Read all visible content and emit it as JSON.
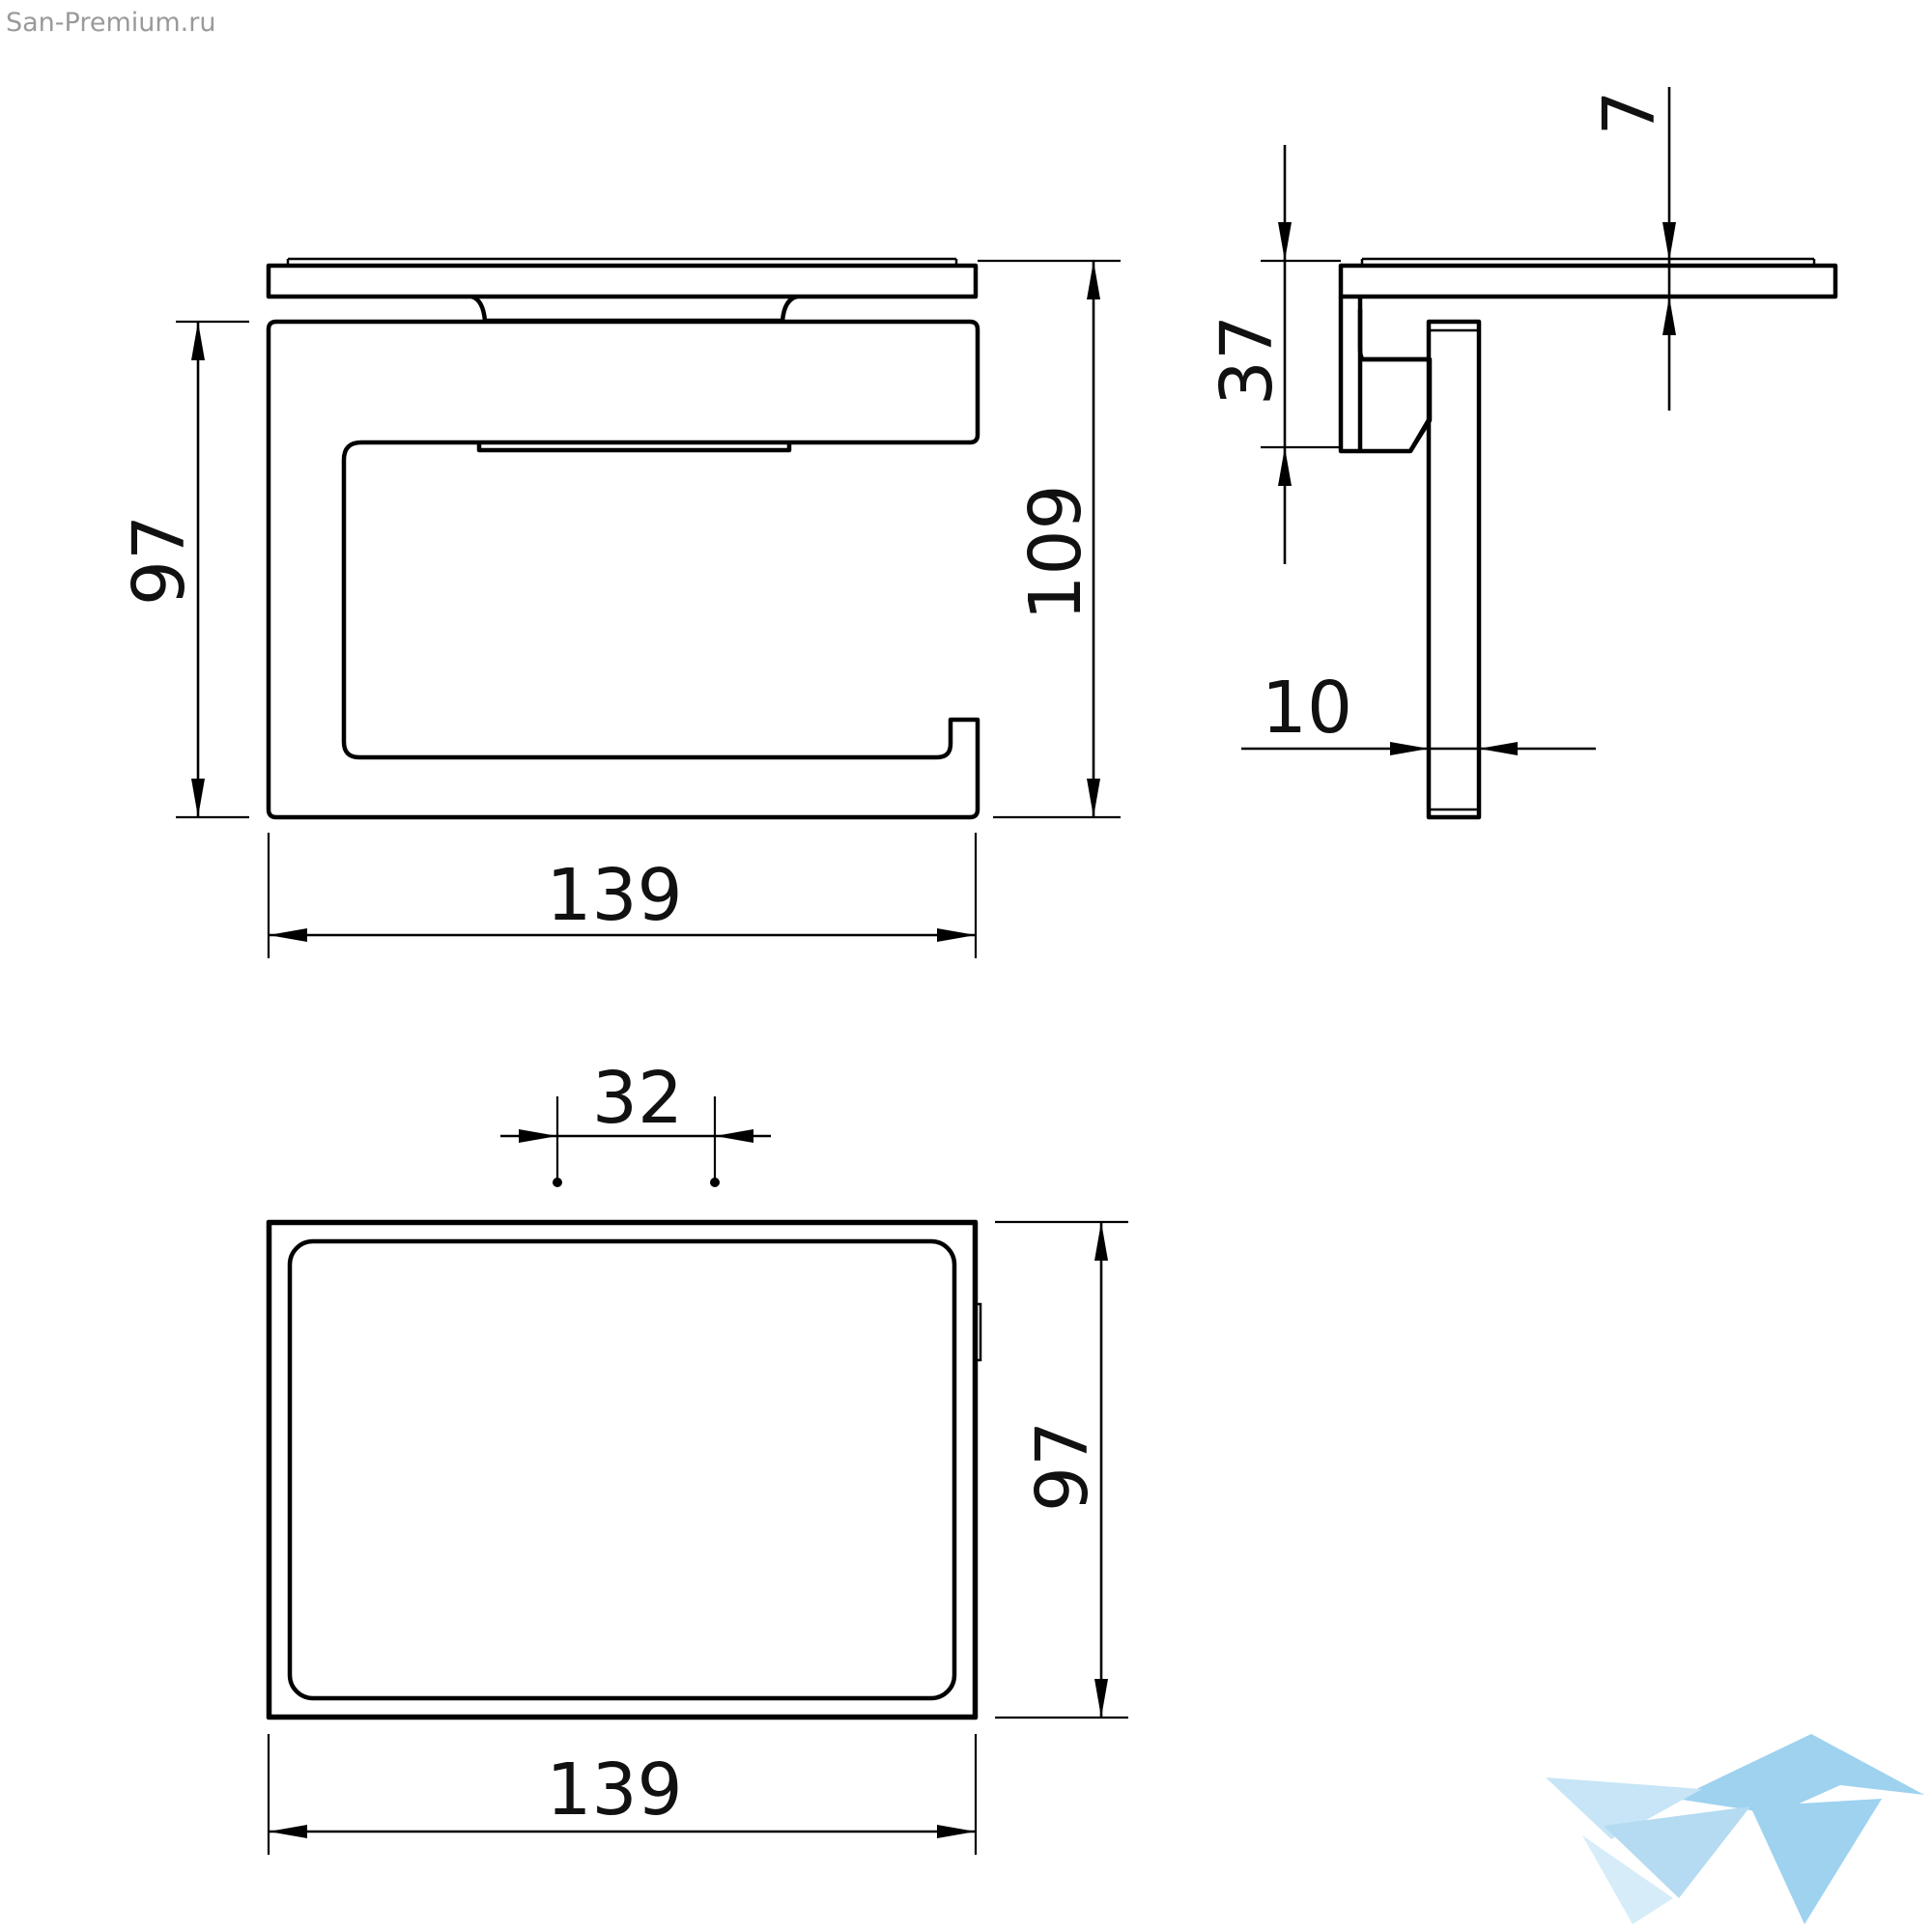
{
  "watermark": "San-Premium.ru",
  "dimensions": {
    "front_height_inner": "97",
    "front_height_total": "109",
    "front_width": "139",
    "side_height": "37",
    "side_shelf_thickness": "7",
    "side_bar_thickness": "10",
    "top_hole_spacing": "32",
    "top_depth": "97",
    "top_width": "139"
  },
  "colors": {
    "line": "#000000",
    "watermark_text": "#9a9a9a",
    "logo": "#7ec3ea"
  }
}
